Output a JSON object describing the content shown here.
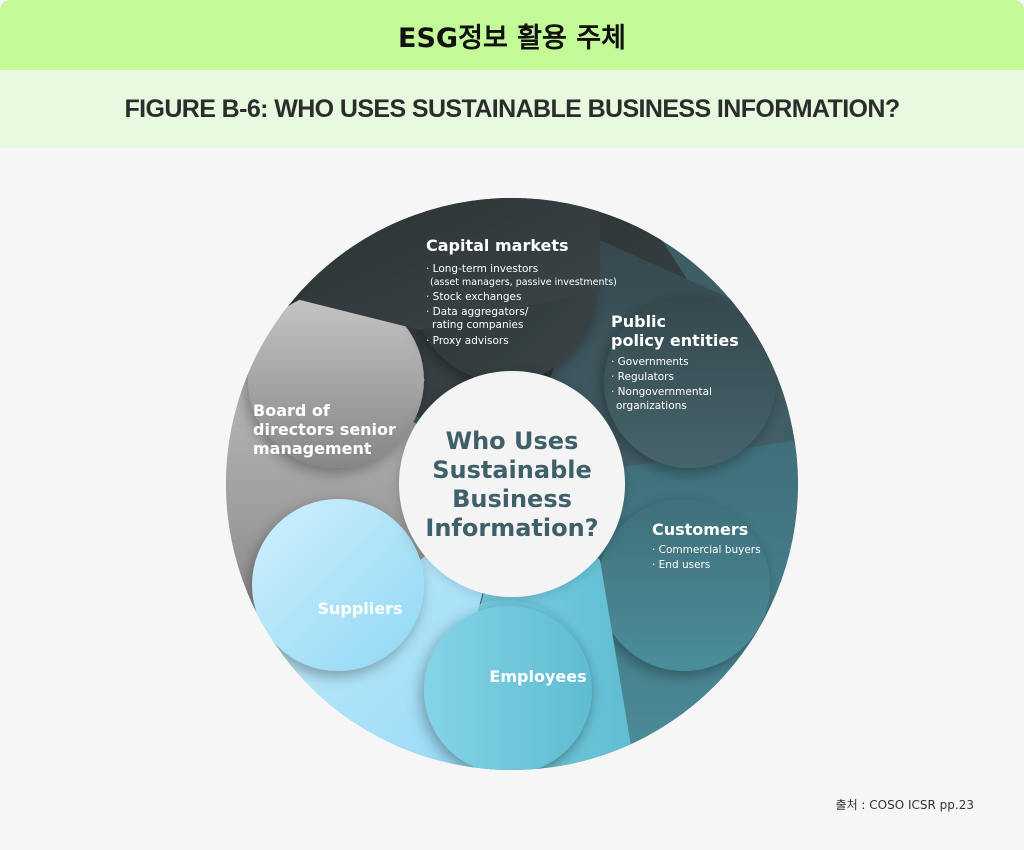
{
  "header": {
    "korean_title": "ESG정보 활용 주체",
    "figure_title": "FIGURE B-6: WHO USES SUSTAINABLE BUSINESS INFORMATION?"
  },
  "center": {
    "lines": [
      "Who Uses",
      "Sustainable",
      "Business",
      "Information?"
    ],
    "color": "#3f5f6a"
  },
  "segments": [
    {
      "title_lines": [
        "Capital markets"
      ],
      "items": [
        "· Long-term investors",
        "(asset managers, passive investments)",
        "· Stock exchanges",
        "· Data aggregators/",
        "rating companies",
        "· Proxy advisors"
      ],
      "color": "#303a3d"
    },
    {
      "title_lines": [
        "Public",
        "policy entities"
      ],
      "items": [
        "· Governments",
        "· Regulators",
        "· Nongovernmental",
        "organizations"
      ],
      "color": "#3d5a62"
    },
    {
      "title_lines": [
        "Customers"
      ],
      "items": [
        "· Commercial buyers",
        "· End users"
      ],
      "color": "#447f8c"
    },
    {
      "title_lines": [
        "Employees"
      ],
      "items": [],
      "color": "#6bc6d8"
    },
    {
      "title_lines": [
        "Suppliers"
      ],
      "items": [],
      "color": "#a8e2f8"
    },
    {
      "title_lines": [
        "Board of",
        "directors senior",
        "management"
      ],
      "items": [],
      "color": "#9b9b9b"
    }
  ],
  "source": "출처 : COSO ICSR pp.23"
}
